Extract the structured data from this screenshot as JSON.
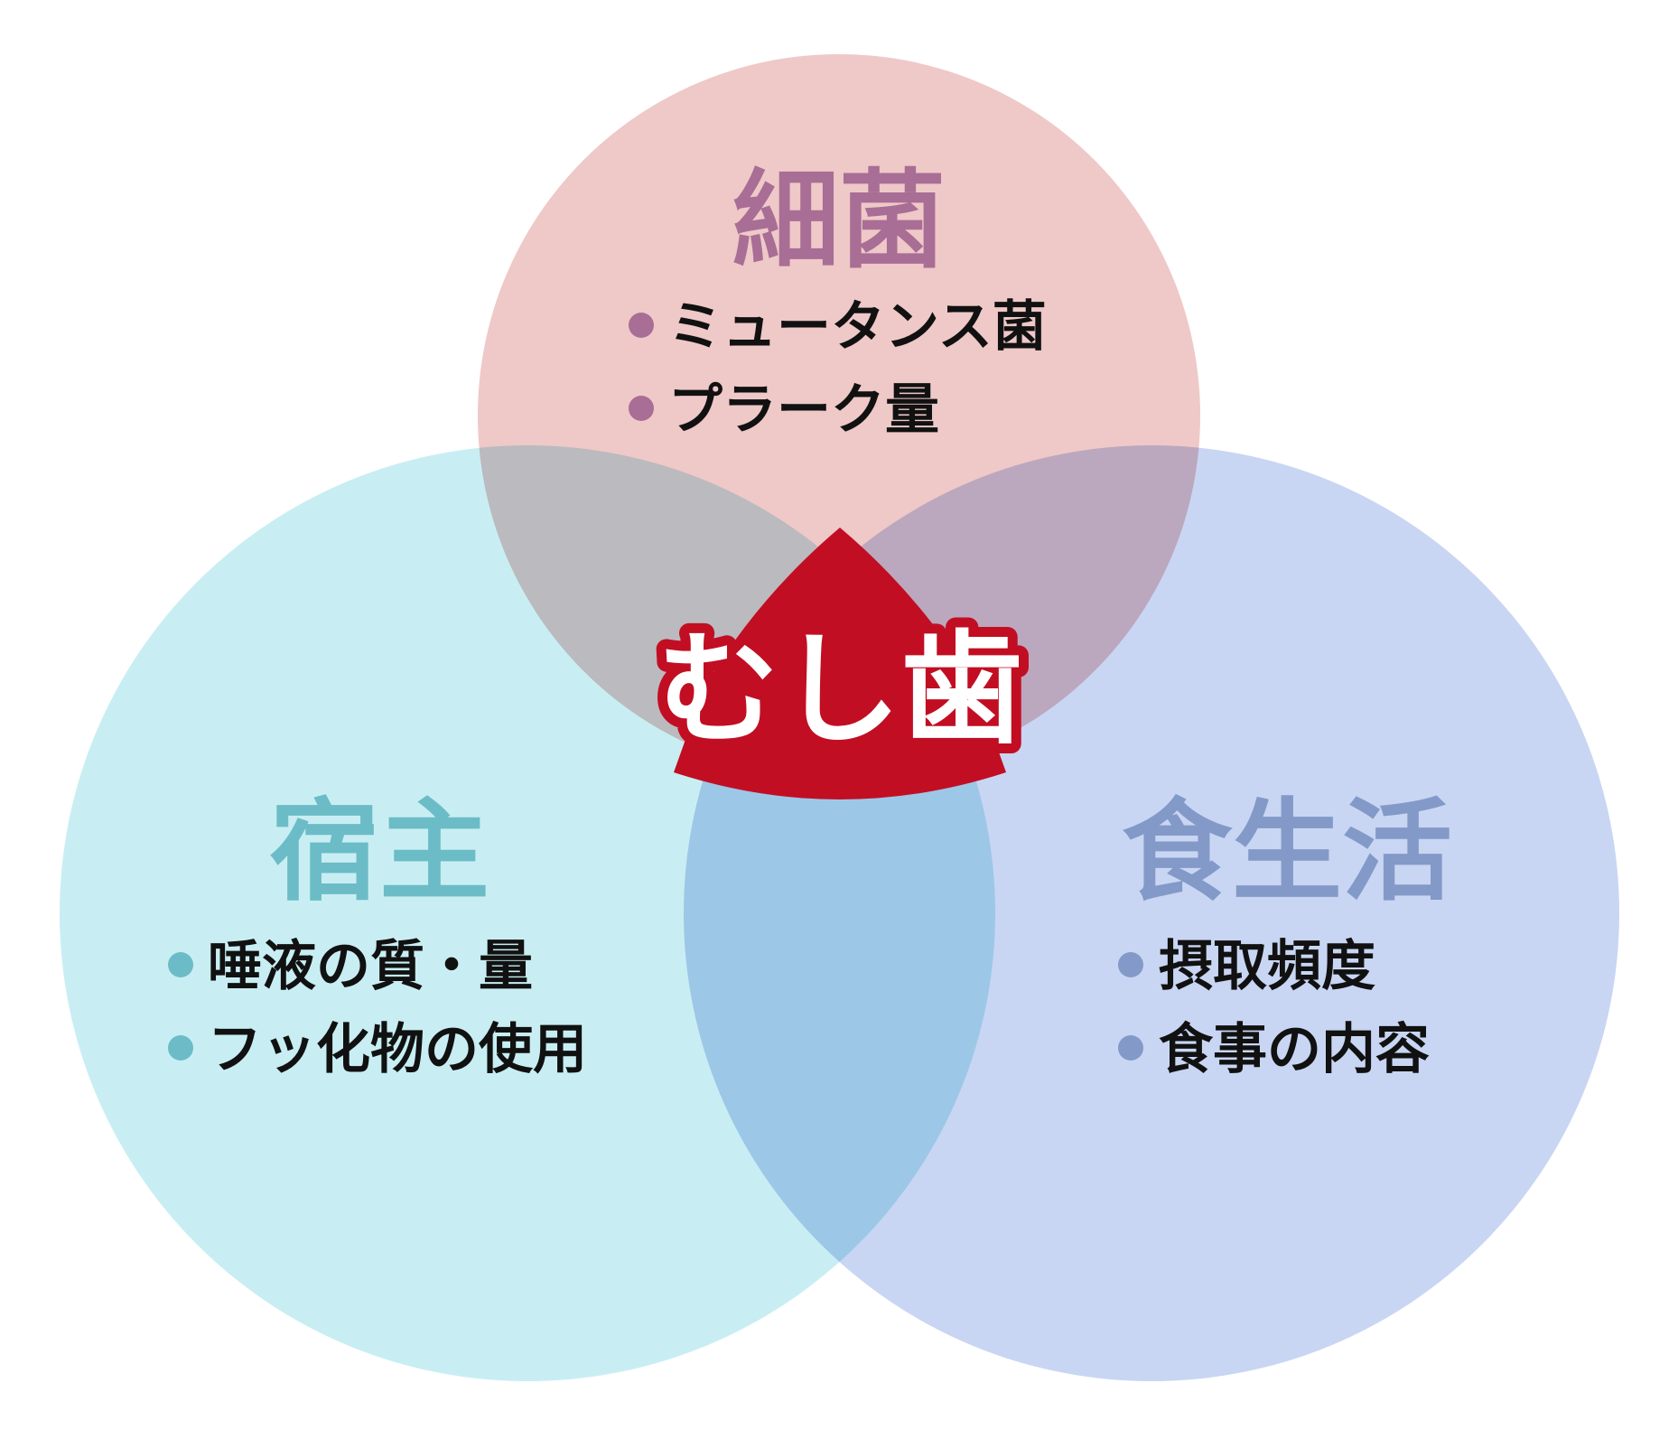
{
  "center": {
    "label": "むし歯"
  },
  "groups": [
    {
      "title": "細菌",
      "items": [
        "ミュータンス菌",
        "プラーク量"
      ]
    },
    {
      "title": "宿主",
      "items": [
        "唾液の質・量",
        "フッ化物の使用"
      ]
    },
    {
      "title": "食生活",
      "items": [
        "摂取頻度",
        "食事の内容"
      ]
    }
  ],
  "colors": {
    "bacteria_fill": "#efc8c8",
    "bacteria_text": "#a86e95",
    "host_fill": "#c8eef3",
    "host_text": "#6bbcc6",
    "diet_fill": "#c8d6f3",
    "diet_text": "#8399c8",
    "center": "#c20e23"
  }
}
